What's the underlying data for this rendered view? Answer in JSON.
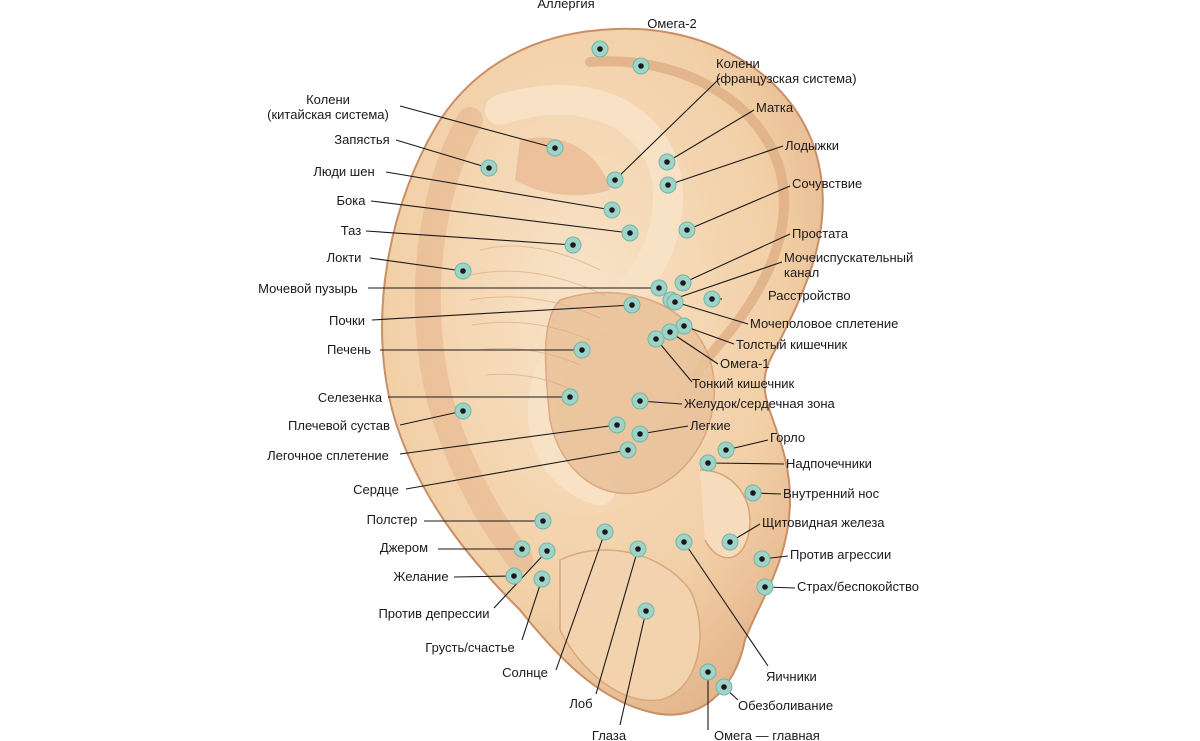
{
  "colors": {
    "skin": "#f2cfa6",
    "skin_light": "#f8e3c8",
    "skin_shadow": "#dfae84",
    "outline": "#c98f66",
    "point_halo": "#9fd3c8",
    "point_core": "#1a1a1a",
    "leader": "#1a1a1a"
  },
  "points": [
    {
      "id": "allergy",
      "label": "Аллергия"
    },
    {
      "id": "omega2",
      "label": "Омега-2"
    },
    {
      "id": "knees_fr",
      "label": "Колени (французская система)",
      "lines": [
        "Колени",
        "(французская система)"
      ]
    },
    {
      "id": "uterus",
      "label": "Матка"
    },
    {
      "id": "ankles",
      "label": "Лодыжки"
    },
    {
      "id": "sympathy",
      "label": "Сочувствие"
    },
    {
      "id": "prostate",
      "label": "Простата"
    },
    {
      "id": "urethra",
      "label": "Мочеиспускательный канал",
      "lines": [
        "Мочеиспускательный",
        "канал"
      ]
    },
    {
      "id": "upset",
      "label": "Расстройство"
    },
    {
      "id": "genito",
      "label": "Мочеполовое сплетение"
    },
    {
      "id": "colon",
      "label": "Толстый кишечник"
    },
    {
      "id": "omega1",
      "label": "Омега-1"
    },
    {
      "id": "small_int",
      "label": "Тонкий кишечник"
    },
    {
      "id": "stomach",
      "label": "Желудок/сердечная зона"
    },
    {
      "id": "lungs",
      "label": "Легкие"
    },
    {
      "id": "throat",
      "label": "Горло"
    },
    {
      "id": "adrenals",
      "label": "Надпочечники"
    },
    {
      "id": "inner_nose",
      "label": "Внутренний нос"
    },
    {
      "id": "thyroid",
      "label": "Щитовидная железа"
    },
    {
      "id": "anti_aggr",
      "label": "Против агрессии"
    },
    {
      "id": "fear",
      "label": "Страх/беспокойство"
    },
    {
      "id": "ovaries",
      "label": "Яичники"
    },
    {
      "id": "analgesia",
      "label": "Обезболивание"
    },
    {
      "id": "omega_main",
      "label": "Омега — главная"
    },
    {
      "id": "eyes",
      "label": "Глаза"
    },
    {
      "id": "forehead",
      "label": "Лоб"
    },
    {
      "id": "sun",
      "label": "Солнце"
    },
    {
      "id": "sad_happy",
      "label": "Грусть/счастье"
    },
    {
      "id": "anti_depr",
      "label": "Против депрессии"
    },
    {
      "id": "desire",
      "label": "Желание"
    },
    {
      "id": "jerome",
      "label": "Джером"
    },
    {
      "id": "polster",
      "label": "Полстер"
    },
    {
      "id": "heart",
      "label": "Сердце"
    },
    {
      "id": "lung_plexus",
      "label": "Легочное сплетение"
    },
    {
      "id": "shoulder",
      "label": "Плечевой сустав"
    },
    {
      "id": "spleen",
      "label": "Селезенка"
    },
    {
      "id": "liver",
      "label": "Печень"
    },
    {
      "id": "kidneys",
      "label": "Почки"
    },
    {
      "id": "bladder",
      "label": "Мочевой пузырь"
    },
    {
      "id": "elbows",
      "label": "Локти"
    },
    {
      "id": "pelvis",
      "label": "Таз"
    },
    {
      "id": "sides",
      "label": "Бока"
    },
    {
      "id": "shen_men",
      "label": "Люди шен"
    },
    {
      "id": "wrists",
      "label": "Запястья"
    },
    {
      "id": "knees_cn",
      "label": "Колени (китайская система)",
      "lines": [
        "Колени",
        "(китайская система)"
      ]
    }
  ]
}
